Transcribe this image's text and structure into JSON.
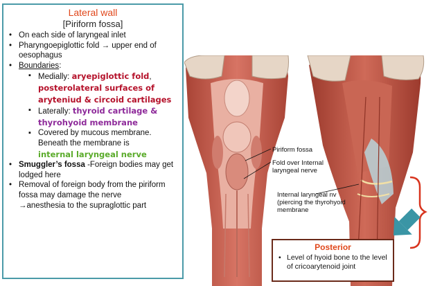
{
  "left_panel": {
    "title": "Lateral wall",
    "subtitle": "[Piriform fossa]",
    "b1": "On each side of laryngeal inlet",
    "b2_text": "Pharyngoepiglottic fold ",
    "b2_arrow": "→",
    "b2_rest": " upper end of oesophagus",
    "b3_label": "Boundaries",
    "b3_colon": ":",
    "sub1_prefix": "Medially: ",
    "sub1_kw1": "aryepiglottic fold",
    "sub1_comma": ",",
    "sub1_kw2": "posterolateral surfaces of aryteniud & circoid cartilages",
    "sub2_prefix": "Laterally: ",
    "sub2_kw": "thyroid cartilage & thyrohyoid membrane",
    "sub3_text": "Covered by mucous membrane. Beneath the membrane is",
    "sub3_kw": "internal laryngeal nerve",
    "b4_bold": "Smuggler’s fossa",
    "b4_rest": " -Foreign bodies may get lodged here",
    "b5_text": "Removal of foreign body from the piriform fossa may damage the nerve",
    "b5_arrow": "→",
    "b5_rest": "anesthesia to the supraglottic part"
  },
  "labels": {
    "piriform": "Piriform fossa",
    "fold_over": "Fold over Internal laryngeal nerve",
    "internal_nv": "Internal laryngeal nv (piercing the thyrohyoid membrane"
  },
  "posterior": {
    "title": "Posterior",
    "text": "Level of hyoid bone to the level of cricoarytenoid joint"
  },
  "colors": {
    "panel_border": "#4a9aa8",
    "title": "#e0471b",
    "red_kw": "#b5122b",
    "purple_kw": "#8e2a9a",
    "green_kw": "#5aab2a",
    "arrow": "#3a95a5",
    "bracket": "#d8341e",
    "muscle": "#c85a4a",
    "mucosa": "#e7a79a"
  }
}
